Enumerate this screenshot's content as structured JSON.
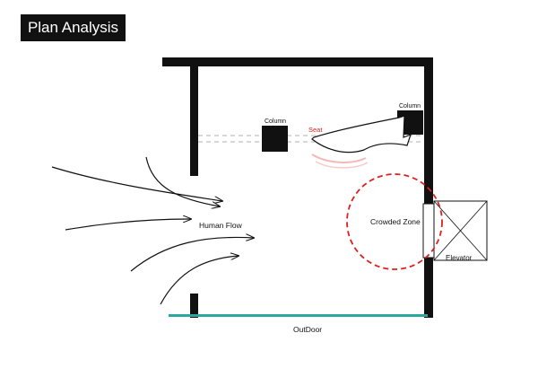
{
  "header": {
    "title": "Plan Analysis"
  },
  "labels": {
    "column_center": "Column",
    "column_right": "Column",
    "seat": "Seat",
    "human_flow": "Human Flow",
    "crowded_zone": "Crowded Zone",
    "elevator": "Elevator",
    "outdoor": "OutDoor"
  },
  "colors": {
    "wall": "#111111",
    "seat_label": "#e02020",
    "crowded_zone": "#e02020",
    "outdoor_glass": "#2aa7a0"
  },
  "icons": {
    "flow_arrows": "arrow-right-icon",
    "elevator": "cross-box-icon"
  }
}
